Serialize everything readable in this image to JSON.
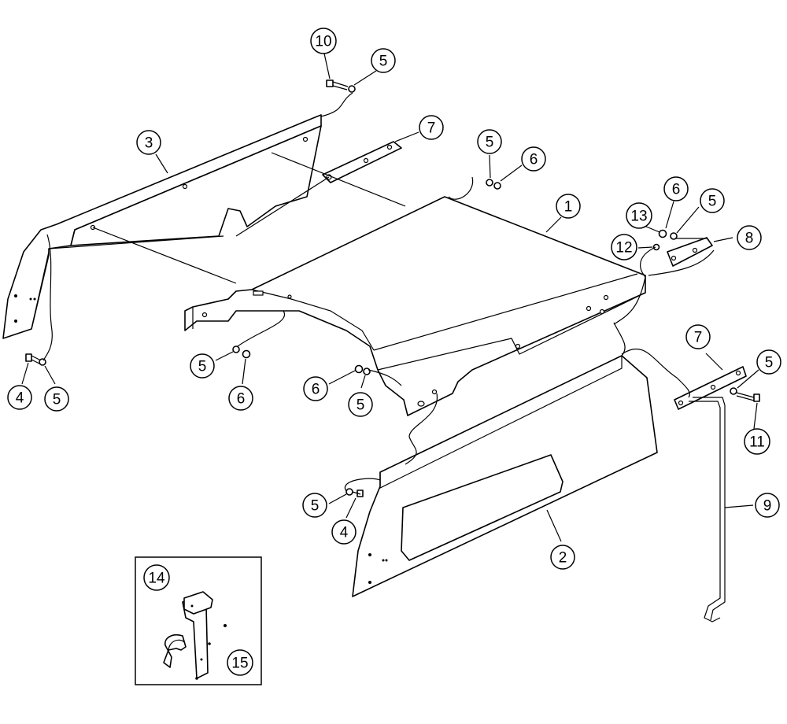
{
  "diagram": {
    "callouts": [
      {
        "id": "c10a",
        "label": "10"
      },
      {
        "id": "c5a",
        "label": "5"
      },
      {
        "id": "c3",
        "label": "3"
      },
      {
        "id": "c7a",
        "label": "7"
      },
      {
        "id": "c5b",
        "label": "5"
      },
      {
        "id": "c6a",
        "label": "6"
      },
      {
        "id": "c1",
        "label": "1"
      },
      {
        "id": "c6b",
        "label": "6"
      },
      {
        "id": "c13",
        "label": "13"
      },
      {
        "id": "c5c",
        "label": "5"
      },
      {
        "id": "c12",
        "label": "12"
      },
      {
        "id": "c8",
        "label": "8"
      },
      {
        "id": "c4a",
        "label": "4"
      },
      {
        "id": "c5d",
        "label": "5"
      },
      {
        "id": "c5e",
        "label": "5"
      },
      {
        "id": "c6c",
        "label": "6"
      },
      {
        "id": "c6d",
        "label": "6"
      },
      {
        "id": "c5f",
        "label": "5"
      },
      {
        "id": "c7b",
        "label": "7"
      },
      {
        "id": "c5g",
        "label": "5"
      },
      {
        "id": "c11",
        "label": "11"
      },
      {
        "id": "c9",
        "label": "9"
      },
      {
        "id": "c5h",
        "label": "5"
      },
      {
        "id": "c4b",
        "label": "4"
      },
      {
        "id": "c2",
        "label": "2"
      },
      {
        "id": "c14",
        "label": "14"
      },
      {
        "id": "c15",
        "label": "15"
      }
    ]
  }
}
